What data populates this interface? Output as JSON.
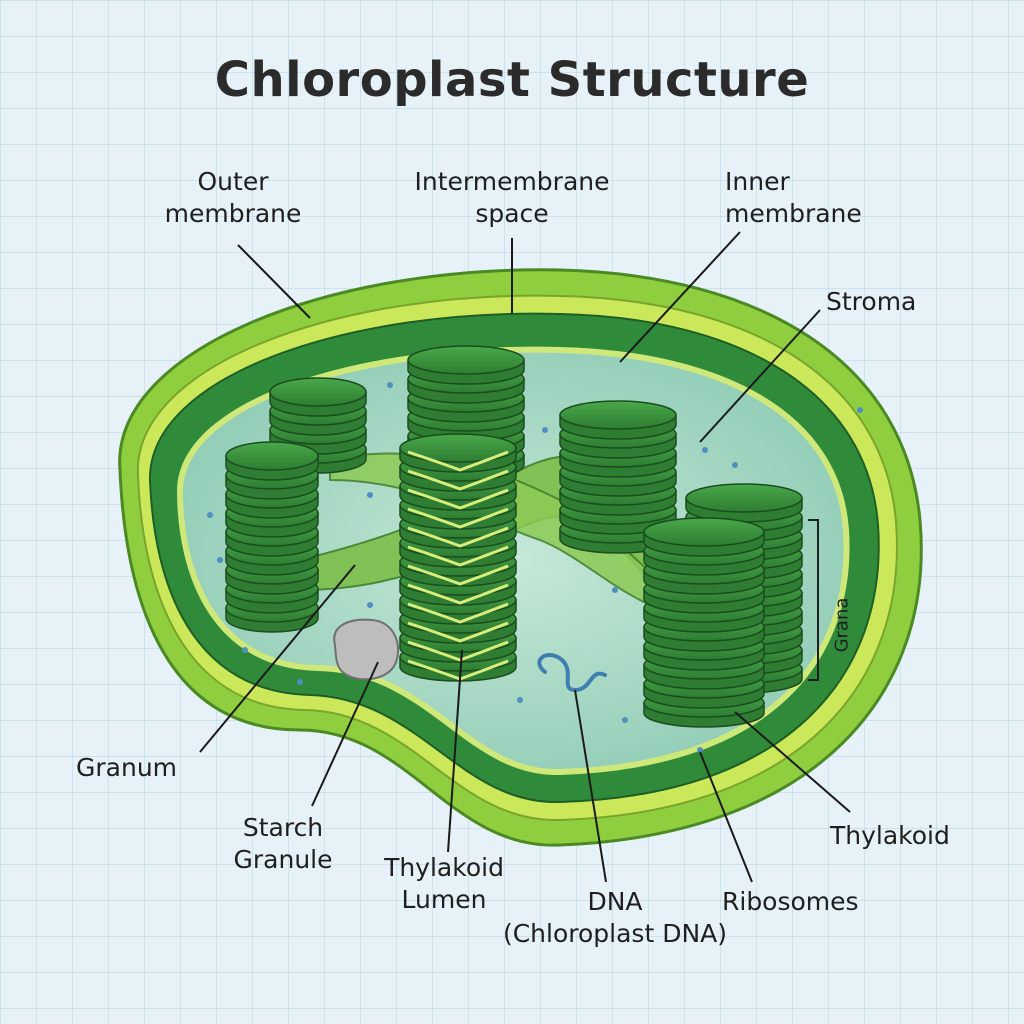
{
  "title": "Chloroplast Structure",
  "labels": {
    "outer_membrane": "Outer\nmembrane",
    "intermembrane_space": "Intermembrane\nspace",
    "inner_membrane": "Inner\nmembrane",
    "stroma": "Stroma",
    "granum": "Granum",
    "starch_granule": "Starch\nGranule",
    "thylakoid_lumen": "Thylakoid\nLumen",
    "dna": "DNA\n(Chloroplast DNA)",
    "ribosomes": "Ribosomes",
    "thylakoid": "Thylakoid",
    "grana": "Grana"
  },
  "colors": {
    "outer_membrane": "#8fcf3f",
    "inner_membrane": "#2f8b3a",
    "stroma": "#a9d8c4",
    "thylakoid": "#3f9a40",
    "starch": "#bdbdbd",
    "dna": "#3e7fb0"
  }
}
